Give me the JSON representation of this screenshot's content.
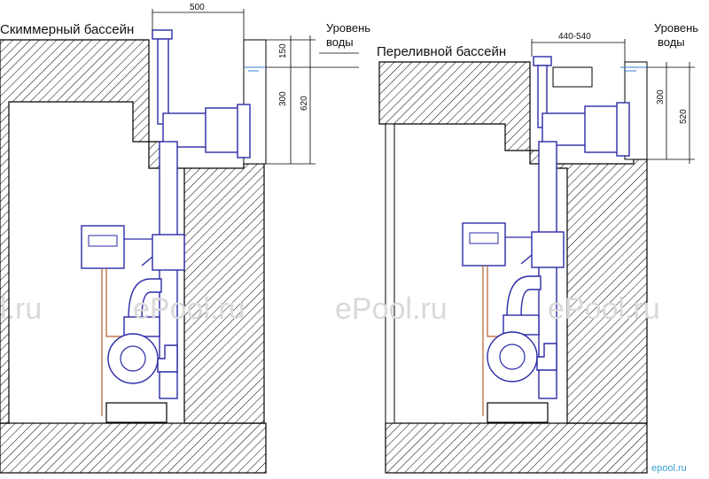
{
  "left": {
    "title": "Скиммерный бассейн",
    "water_label_1": "Уровень",
    "water_label_2": "воды",
    "dims": {
      "width": "500",
      "top": "150",
      "mid": "300",
      "total": "620"
    }
  },
  "right": {
    "title": "Переливной бассейн",
    "water_label_1": "Уровень",
    "water_label_2": "воды",
    "dims": {
      "width": "440-540",
      "mid": "300",
      "total": "520"
    }
  },
  "watermarks": [
    "l.ru",
    "ePool.ru",
    "ePool.ru",
    "ePool.ru"
  ],
  "corner_logo": "epool.ru",
  "colors": {
    "line": "#000000",
    "equipment": "#2a2aa8",
    "cable": "#b45f2a",
    "water": "#3a7bd5"
  }
}
